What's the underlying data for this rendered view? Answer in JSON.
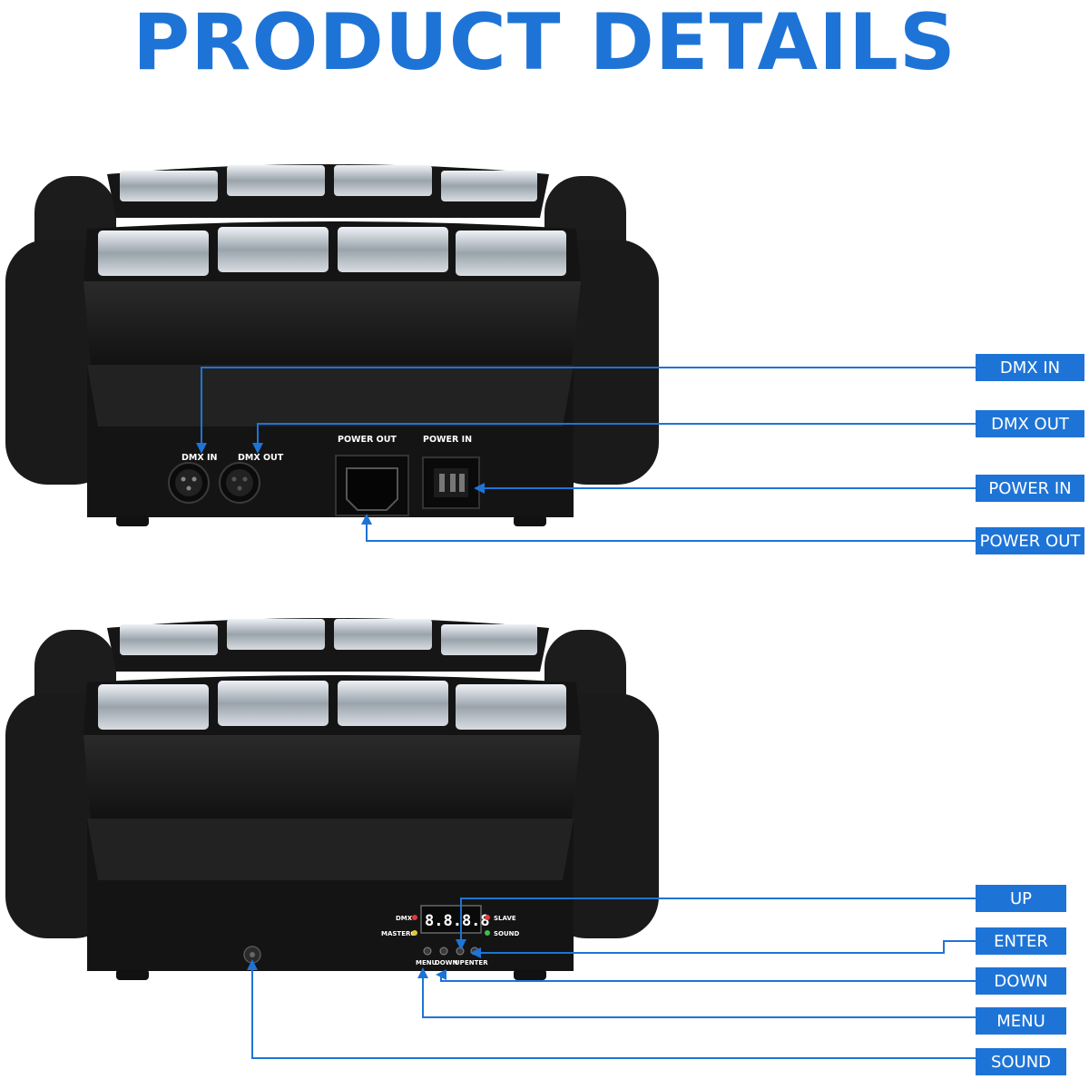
{
  "page": {
    "title": "PRODUCT DETAILS"
  },
  "top_fixture": {
    "panel_labels": {
      "dmx_in": "DMX IN",
      "dmx_out": "DMX OUT",
      "power_out": "POWER OUT",
      "power_in": "POWER IN"
    },
    "callouts": [
      "DMX IN",
      "DMX OUT",
      "POWER IN",
      "POWER OUT"
    ]
  },
  "bottom_fixture": {
    "panel_labels": {
      "dmx": "DMX",
      "mastero": "MASTERO",
      "slave": "SLAVE",
      "sound": "SOUND",
      "display": "8.8.8.8",
      "menu": "MENU",
      "down": "DOWN",
      "up": "UP",
      "enter": "ENTER"
    },
    "callouts": [
      "UP",
      "ENTER",
      "DOWN",
      "MENU",
      "SOUND"
    ]
  },
  "colors": {
    "accent": "#1e74d6",
    "body": "#1a1a1a",
    "led_red": "#e23b3b",
    "led_yellow": "#e4c531",
    "led_green": "#3bbf4a"
  }
}
